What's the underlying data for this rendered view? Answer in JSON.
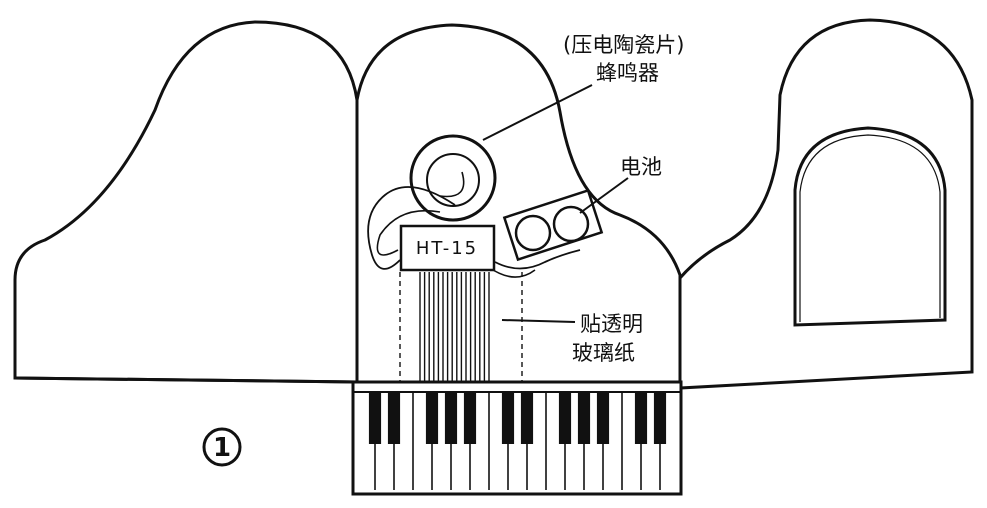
{
  "labels": {
    "piezo": "(压电陶瓷片)",
    "buzzer": "蜂鸣器",
    "battery": "电池",
    "chip": "HT-15",
    "film_line1": "贴透明",
    "film_line2": "玻璃纸",
    "figure_number": "1"
  },
  "colors": {
    "ink": "#111111",
    "paper": "#ffffff"
  }
}
